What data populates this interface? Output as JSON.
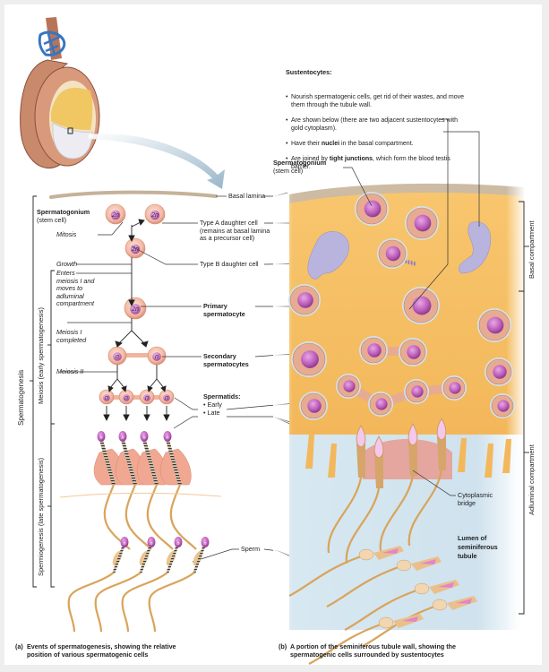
{
  "figure": {
    "panel_a": {
      "caption_tag": "(a)",
      "caption": "Events of spermatogenesis, showing the relative\nposition of various spermatogenic cells",
      "labels": {
        "basal_lamina": "Basal lamina",
        "spermatogonium_title": "Spermatogonium",
        "spermatogonium_sub": "(stem cell)",
        "mitosis": "Mitosis",
        "type_a": "Type A daughter cell\n(remains at basal lamina\nas a precursor cell)",
        "growth": "Growth",
        "type_b": "Type B daughter cell",
        "enters_meiosis": "Enters\nmeiosis I and\nmoves to\nadluminal\ncompartment",
        "primary": "Primary\nspermatocyte",
        "meiosis1_completed": "Meiosis I\ncompleted",
        "secondary": "Secondary\nspermatocytes",
        "meiosis2": "Meiosis II",
        "spermatids_title": "Spermatids:",
        "spermatids_early": "Early",
        "spermatids_late": "Late",
        "sperm": "Sperm"
      },
      "ploidy": {
        "diploid": "2n",
        "haploid": "n"
      },
      "brackets": {
        "outer": "Spermatogenesis",
        "meiosis": "Meiosis (early spermatogenesis)",
        "spermiogenesis": "Spermiogenesis (late spermatogenesis)"
      }
    },
    "panel_b": {
      "caption_tag": "(b)",
      "caption": "A portion of the seminiferous tubule wall, showing the\nspermatogenic cells surrounded by sustentocytes",
      "sustentocytes": {
        "title": "Sustentocytes:",
        "bullets": [
          {
            "pre": "Nourish spermatogenic cells, get rid of their wastes, and move them through the tubule wall.",
            "bold": "",
            "post": ""
          },
          {
            "pre": "Are shown below (there are two adjacent sustentocytes with gold cytoplasm).",
            "bold": "",
            "post": ""
          },
          {
            "pre": "Have their ",
            "bold": "nuclei",
            "post": " in the basal compartment."
          },
          {
            "pre": "Are joined by ",
            "bold": "tight junctions",
            "post": ", which form the blood testis barrier."
          }
        ],
        "bold_tail": "blood testis barrier."
      },
      "labels": {
        "spermatogonium_title": "Spermatogonium",
        "spermatogonium_sub": "(stem cell)",
        "cytoplasmic_bridge": "Cytoplasmic\nbridge",
        "lumen": "Lumen of\nseminiferous\ntubule"
      },
      "compartments": {
        "basal": "Basal compartment",
        "adluminal": "Adluminal compartment"
      }
    },
    "colors": {
      "cell_body": "#f2b8a2",
      "nucleus": "#c77ac0",
      "sustentocyte_cytoplasm": "#f7c46a",
      "lumen": "#cfe3ee",
      "tail": "#d9a45a",
      "basal_lamina": "#c9b8a3",
      "arrow": "#9fbacb"
    }
  }
}
